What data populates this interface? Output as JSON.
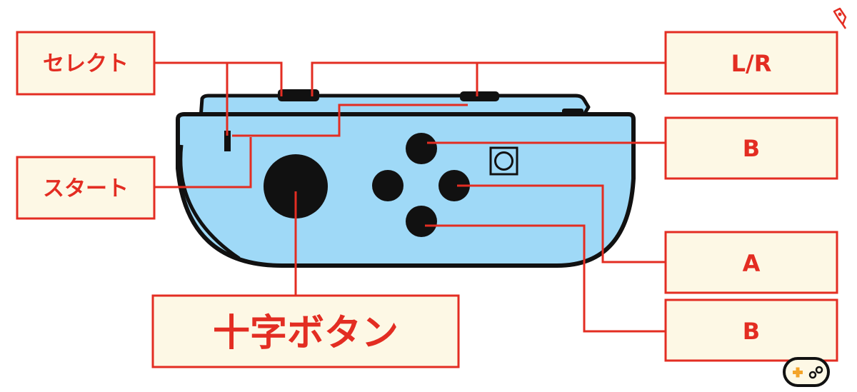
{
  "labels": {
    "select": "セレクト",
    "start": "スタート",
    "lr": "L/R",
    "b_top": "B",
    "a": "A",
    "b_bottom": "B",
    "dpad": "十字ボタン"
  },
  "colors": {
    "label_fill": "#fdf8e5",
    "accent_red": "#e32d22",
    "controller_body": "#9fd9f7",
    "outline": "#111111",
    "logo_orange": "#f3a42a"
  },
  "icons": {
    "top_right": "pencil-tool-icon",
    "bottom_right": "gamepad-logo-icon"
  }
}
